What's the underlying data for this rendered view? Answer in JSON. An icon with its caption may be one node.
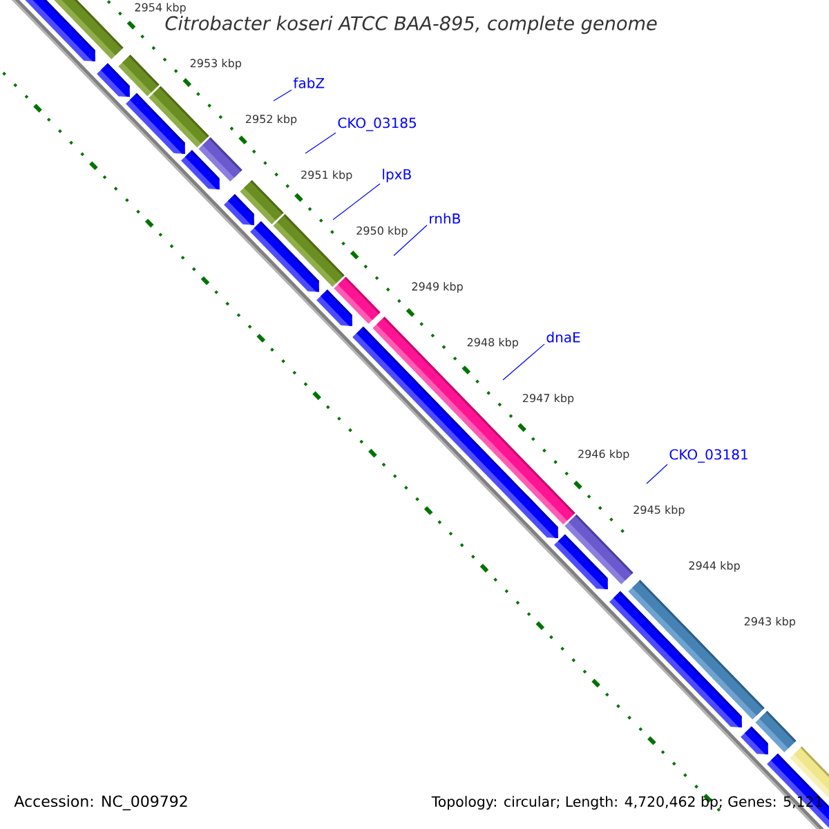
{
  "diagram": {
    "title": "Citrobacter koseri ATCC BAA-895, complete genome",
    "nodes": [
      {
        "text": [
          "fabZ"
        ]
      },
      {
        "text": [
          "CKO_03185"
        ]
      },
      {
        "text": [
          "lpxB"
        ]
      },
      {
        "text": [
          "rnhB"
        ]
      },
      {
        "text": [
          "dnaE"
        ]
      },
      {
        "text": [
          "CKO_03181"
        ]
      }
    ],
    "edges": [
      {
        "from": 0,
        "to": null,
        "arrow": "none"
      },
      {
        "from": 1,
        "to": null,
        "arrow": "none"
      },
      {
        "from": 2,
        "to": null,
        "arrow": "none"
      },
      {
        "from": 3,
        "to": null,
        "arrow": "none"
      },
      {
        "from": 4,
        "to": null,
        "arrow": "none"
      },
      {
        "from": 5,
        "to": null,
        "arrow": "none"
      }
    ],
    "labels": [
      "2954 kbp",
      "2953 kbp",
      "2952 kbp",
      "2951 kbp",
      "2950 kbp",
      "2949 kbp",
      "2948 kbp",
      "2947 kbp",
      "2946 kbp",
      "2945 kbp",
      "2944 kbp",
      "2943 kbp",
      "Accession: NC_009792",
      "Topology: circular; Length: 4,720,462 bp; Genes: 5,121"
    ]
  }
}
